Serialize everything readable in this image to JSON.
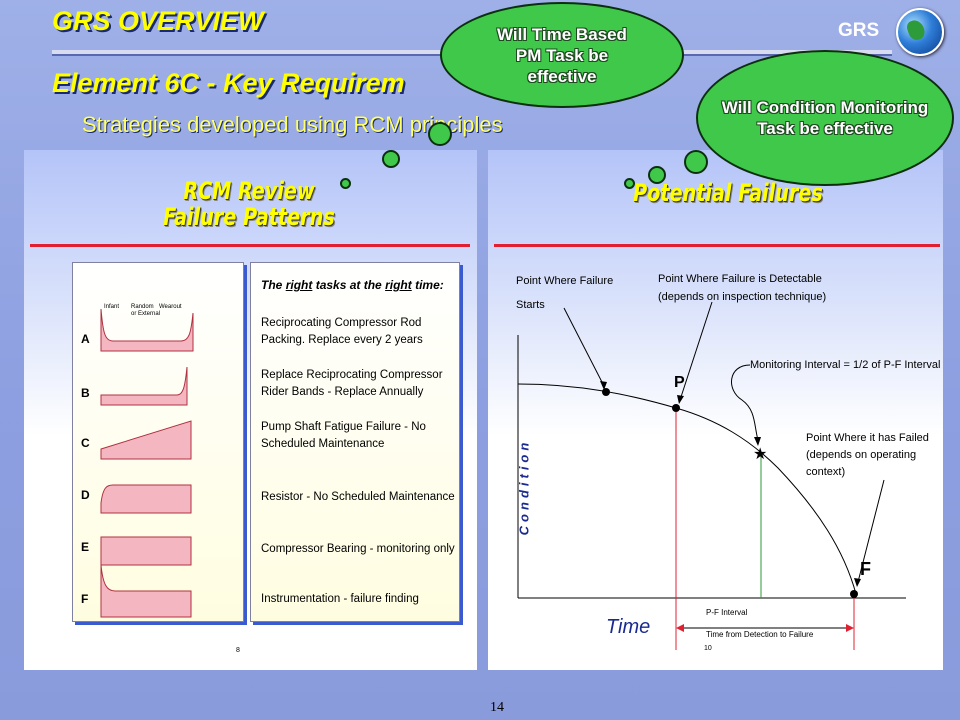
{
  "header": {
    "title": "GRS OVERVIEW",
    "subtitle": "Element 6C - Key Requirem",
    "subtitle2": "Strategies developed using RCM principles",
    "logo_text": "GRS",
    "logo_icon": "globe-icon"
  },
  "clouds": {
    "time_based": "Will Time Based PM Task be effective",
    "condition": "Will Condition Monitoring Task be effective"
  },
  "left_panel": {
    "title_line1": "RCM Review",
    "title_line2": "Failure Patterns",
    "pattern_header": [
      "Infant",
      "Random",
      "Wearout",
      "or External"
    ],
    "patterns": [
      "A",
      "B",
      "C",
      "D",
      "E",
      "F"
    ],
    "tasks_header": {
      "the": "The",
      "right1": "right",
      "tasks_at_the": "tasks at the",
      "right2": "right",
      "time": "time:"
    },
    "tasks": [
      "Reciprocating Compressor Rod Packing. Replace every 2 years",
      "Replace Reciprocating Compressor Rider Bands - Replace Annually",
      "Pump Shaft Fatigue Failure - No Scheduled Maintenance",
      "Resistor - No Scheduled Maintenance",
      "Compressor Bearing - monitoring only",
      "Instrumentation - failure finding"
    ],
    "footnote": "8"
  },
  "right_panel": {
    "title": "Potential Failures",
    "failure_starts_1": "Point Where Failure",
    "failure_starts_2": "Starts",
    "detectable_1": "Point Where Failure is Detectable",
    "detectable_2": "(depends on inspection technique)",
    "monitoring": "Monitoring Interval = 1/2 of P-F Interval",
    "failed_1": "Point Where it has Failed",
    "failed_2": "(depends on operating",
    "failed_3": "context)",
    "p_label": "P",
    "f_label": "F",
    "ylabel": "Condition",
    "xlabel": "Time",
    "pf_interval": "P-F Interval",
    "detection_to_failure": "Time from Detection to Failure",
    "footnote": "10"
  },
  "colors": {
    "accent_yellow": "#ffff00",
    "cloud_green": "#3fc84a",
    "red_line": "#e02030",
    "slide_blue": "#8d9fe0"
  },
  "page_number": "14"
}
